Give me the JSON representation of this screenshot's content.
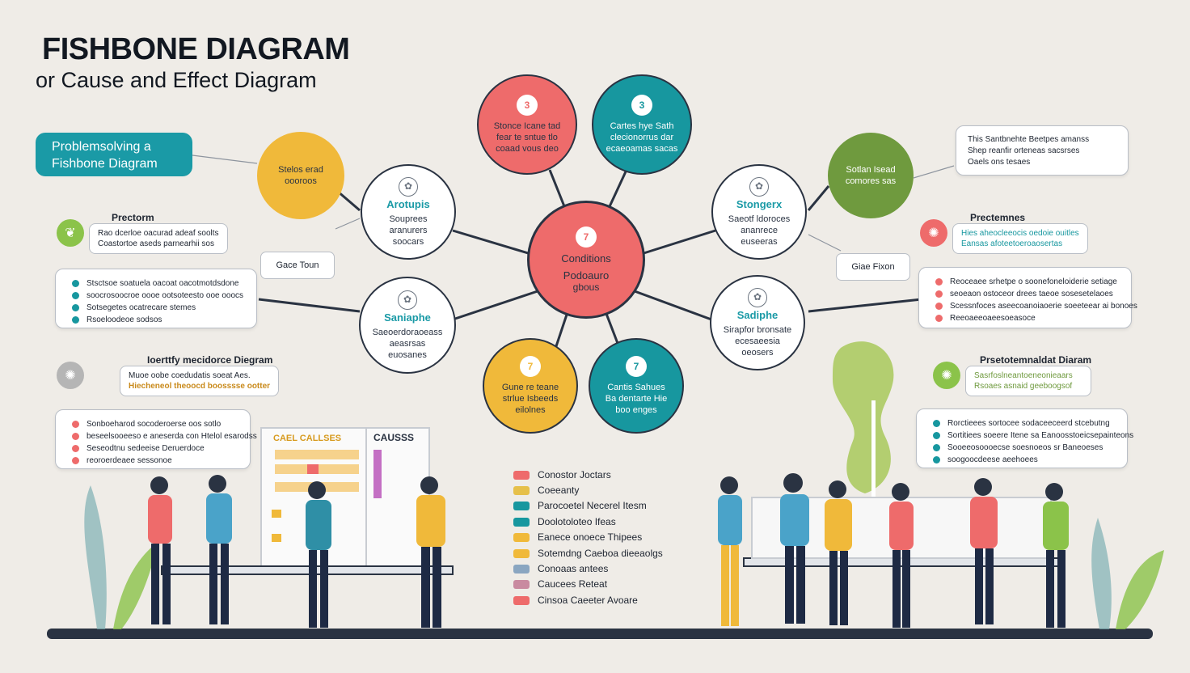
{
  "header": {
    "title": "FISHBONE DIAGRAM",
    "subtitle": "or Cause and Effect Diagram"
  },
  "tag": {
    "line1": "Problemsolving a",
    "line2": "Fishbone Diagram"
  },
  "colors": {
    "coral": "#ee6b6b",
    "teal": "#17979f",
    "yellow": "#f0b93a",
    "olive": "#6f9a3e",
    "navy": "#2a3342"
  },
  "center": {
    "number": "7",
    "line1": "Conditions",
    "line2": "Podoauro",
    "line3": "gbous"
  },
  "top_circles": [
    {
      "number": "3",
      "line1": "Stonce Icane tad",
      "line2": "fear te sntue tlo",
      "line3": "coaad vous deo"
    },
    {
      "number": "3",
      "line1": "Cartes hye Sath",
      "line2": "clecionorrus dar",
      "line3": "ecaeoamas sacas"
    }
  ],
  "bottom_circles": [
    {
      "number": "7",
      "line1": "Gune re teane",
      "line2": "strlue Isbeeds",
      "line3": "eilolnes"
    },
    {
      "number": "7",
      "line1": "Cantis Sahues",
      "line2": "Ba dentarte Hie",
      "line3": "boo enges"
    }
  ],
  "outer_circles": [
    {
      "line1": "Stelos erad",
      "line2": "oooroos"
    },
    {
      "line1": "Sotlan Isead",
      "line2": "comores sas"
    }
  ],
  "white_circles": [
    {
      "icon": "✿",
      "title": "Arotupis",
      "line1": "Souprees",
      "line2": "aranurers",
      "line3": "soocars"
    },
    {
      "icon": "✿",
      "title": "Stongerx",
      "line1": "Saeotf ldoroces",
      "line2": "ananrece",
      "line3": "euseeras"
    },
    {
      "icon": "✿",
      "title": "Saniaphe",
      "line1": "Saeoerdoraoeass",
      "line2": "aeasrsas",
      "line3": "euosanes"
    },
    {
      "icon": "✿",
      "title": "Sadiphe",
      "line1": "Sirapfor bronsate",
      "line2": "ecesaeesia",
      "line3": "oeosers"
    }
  ],
  "pills": {
    "left": "Gace Toun",
    "right": "Giae Fixon"
  },
  "callouts": {
    "left1": {
      "title": "Prectorm",
      "line1": "Rao dcerloe oacurad adeaf soolts",
      "line2": "Coastortoe aseds parnearhii sos"
    },
    "left2": {
      "title": "Ioerttfy mecidorce Diegram",
      "line1": "Muoe oobe coedudatis soeat Aes.",
      "line2": "Hiecheneol theoocd boosssse ootter"
    },
    "right1": {
      "title": "Prectemnes",
      "line1": "Hies aheocleeocis oedoie ouitles",
      "line2": "Eansas afoteetoeroaosertas"
    },
    "right2": {
      "title": "Prsetotemnaldat Diaram",
      "line1": "Sasrfoslneantoeneonieaars",
      "line2": "Rsoaes asnaid geeboogsof"
    },
    "top_right": {
      "line1": "This Santbnehte Beetpes amanss",
      "line2": "Shep reanfir orteneas sacsrses",
      "line3": "Oaels ons tesaes"
    }
  },
  "cards": {
    "left_top": [
      "Stsctsoe soatuela oacoat oacotmotdsdone",
      "soocrosoocroe oooe ootsoteesto ooe ooocs",
      "Sotsegetes ocatrecare stemes",
      "Rsoeloodeoe sodsos"
    ],
    "left_bottom": [
      "Sonboeharod socoderoerse oos sotlo",
      "beseelsooeeso e aneserda con Htelol esarodss",
      "Seseodtnu sedeeise Deruerdoce",
      "reoroerdeaee sessonoe"
    ],
    "right_top": [
      "Reoceaee srhetpe o soonefoneloiderie setiage",
      "seoeaon ostoceor drees taeoe sosesetelaoes",
      "Scessnfoces aseecoanoiaoerie soeeteear ai bonoes",
      "Reeoaeeoaeesoeasoce"
    ],
    "right_bottom": [
      "Rorctieees sortocee sodaceeceerd stcebutng",
      "Sortitiees soeere Itene sa Eanoosstoeicsepainteons",
      "Sooeeosoooecse soesnoeos sr Baneoeses",
      "soogoocdeese aeehoees"
    ]
  },
  "board": {
    "left_label": "CAEL CALLSES",
    "right_label": "CAUSSS"
  },
  "legend": [
    {
      "label": "Conostor Joctars",
      "color": "#ee6b6b"
    },
    {
      "label": "Coeeanty",
      "color": "#e6c04a"
    },
    {
      "label": "Parocoetel Necerel Itesm",
      "color": "#17979f"
    },
    {
      "label": "Doolotoloteo Ifeas",
      "color": "#17979f"
    },
    {
      "label": "Eanece onoece Thipees",
      "color": "#f0b93a"
    },
    {
      "label": "Sotemdng Caeboa dieeaolgs",
      "color": "#f0b93a"
    },
    {
      "label": "Conoaas antees",
      "color": "#8aa6c1"
    },
    {
      "label": "Caucees Reteat",
      "color": "#c98aa0"
    },
    {
      "label": "Cinsoa Caeeter Avoare",
      "color": "#ee6b6b"
    }
  ]
}
